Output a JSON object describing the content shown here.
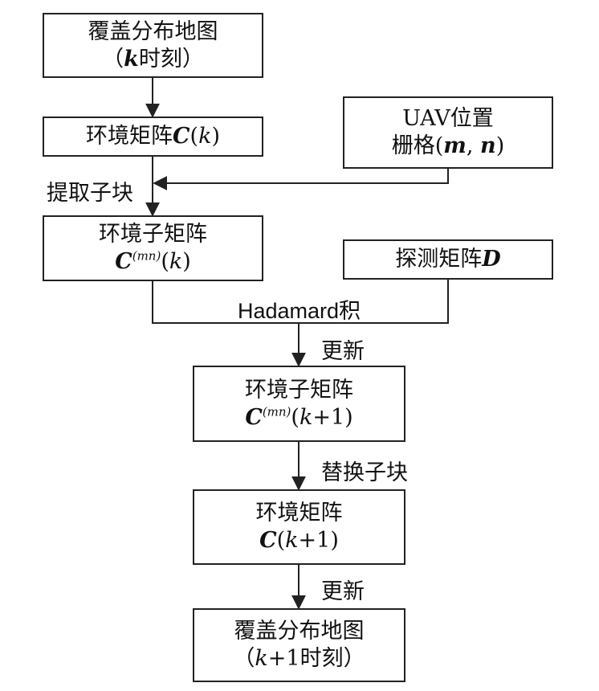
{
  "colors": {
    "stroke": "#222222",
    "text": "#111111"
  },
  "boxes": {
    "b1": {
      "l1": "覆盖分布地图",
      "l2_open": "（",
      "l2_k": "k",
      "l2_tail": "时刻）"
    },
    "b2": {
      "prefix": "环境矩阵",
      "C": "C",
      "open": "(",
      "k": "k",
      "close": ")"
    },
    "b3": {
      "l1": "UAV位置",
      "l2_pre": "栅格(",
      "m": "m",
      "comma": ", ",
      "n": "n",
      "close": ")"
    },
    "b4": {
      "l1": "环境子矩阵",
      "C": "C",
      "sup": "(mn)",
      "open": "(",
      "k": "k",
      "close": ")"
    },
    "b5": {
      "prefix": "探测矩阵",
      "D": "D"
    },
    "b6": {
      "l1": "环境子矩阵",
      "C": "C",
      "sup": "(mn)",
      "open": "(",
      "k": "k",
      "tail": "+1)"
    },
    "b7": {
      "l1": "环境矩阵",
      "C": "C",
      "open": "(",
      "k": "k",
      "tail": "+1)"
    },
    "b8": {
      "l1": "覆盖分布地图",
      "l2_open": "（",
      "l2_k": "k",
      "l2_tail": "+1时刻）"
    }
  },
  "labels": {
    "extract": "提取子块",
    "hadamard": "Hadamard积",
    "update1": "更新",
    "replace": "替换子块",
    "update2": "更新"
  }
}
